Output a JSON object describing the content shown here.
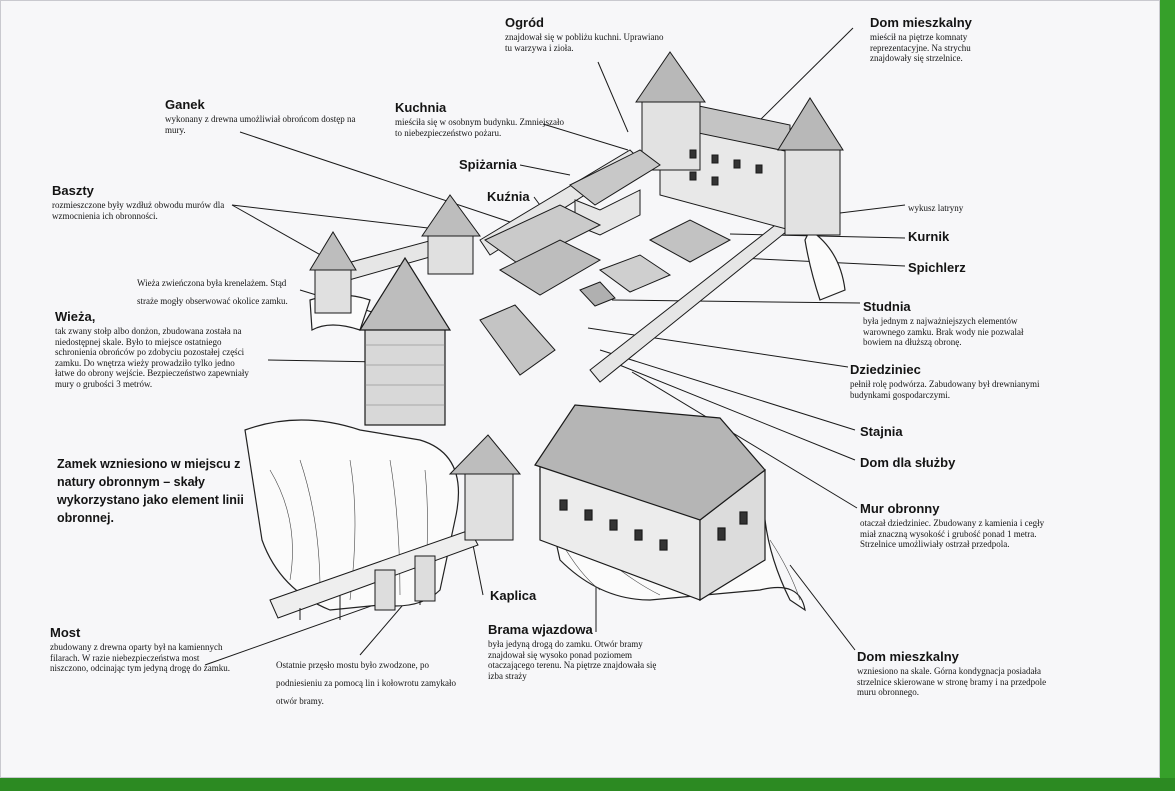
{
  "labels": {
    "ogrod": {
      "title": "Ogród",
      "desc": "znajdował się w pobliżu kuchni. Uprawiano tu warzywa i zioła."
    },
    "dom_top": {
      "title": "Dom mieszkalny",
      "desc": "mieścił na piętrze komnaty reprezentacyjne. Na strychu znajdowały się strzelnice."
    },
    "ganek": {
      "title": "Ganek",
      "desc": "wykonany z drewna umożliwiał obrońcom dostęp na mury."
    },
    "kuchnia": {
      "title": "Kuchnia",
      "desc": "mieściła się w osobnym budynku. Zmniejszało to niebezpieczeństwo pożaru."
    },
    "spizarnia": {
      "title": "Spiżarnia"
    },
    "kuznia": {
      "title": "Kuźnia"
    },
    "baszty": {
      "title": "Baszty",
      "desc": "rozmieszczone były wzdłuż obwodu murów dla wzmocnienia ich obronności."
    },
    "wykusz": {
      "title": "wykusz latryny"
    },
    "kurnik": {
      "title": "Kurnik"
    },
    "spichlerz": {
      "title": "Spichlerz"
    },
    "wieza_note": {
      "text": "Wieża zwieńczona była krenelażem. Stąd straże mogły obserwować okolice zamku."
    },
    "wieza": {
      "title": "Wieża,",
      "desc": "tak zwany stołp albo donżon, zbudowana została na niedostępnej skale. Było to miejsce ostatniego schronienia obrońców po zdobyciu pozostałej części zamku. Do wnętrza wieży prowadziło tylko jedno łatwe do obrony wejście. Bezpieczeństwo zapewniały mury o grubości 3 metrów."
    },
    "studnia": {
      "title": "Studnia",
      "desc": "była jednym z najważniejszych elementów warownego zamku. Brak wody nie pozwalał bowiem na dłuższą obronę."
    },
    "dziedziniec": {
      "title": "Dziedziniec",
      "desc": "pełnił rolę podwórza. Zabudowany był drewnianymi budynkami gospodarczymi."
    },
    "stajnia": {
      "title": "Stajnia"
    },
    "dom_sluzby": {
      "title": "Dom dla służby"
    },
    "zamek": {
      "text": "Zamek wzniesiono w miejscu z natury obronnym – skały wykorzystano jako element linii obronnej."
    },
    "mur": {
      "title": "Mur obronny",
      "desc": "otaczał dziedziniec. Zbudowany z kamienia i cegły miał znaczną wysokość i grubość ponad 1 metra. Strzelnice umożliwiały ostrzał przedpola."
    },
    "kaplica": {
      "title": "Kaplica"
    },
    "most": {
      "title": "Most",
      "desc": "zbudowany z drewna oparty był na kamiennych filarach. W razie niebezpieczeństwa most niszczono, odcinając tym jedyną drogę do zamku."
    },
    "przeslo": {
      "text": "Ostatnie przęsło mostu było zwodzone, po podniesieniu za pomocą lin i kołowrotu zamykało otwór bramy."
    },
    "brama": {
      "title": "Brama wjazdowa",
      "desc": "była jedyną drogą do zamku. Otwór bramy znajdował się wysoko ponad poziomem otaczającego terenu. Na piętrze znajdowała się izba straży"
    },
    "dom_bottom": {
      "title": "Dom mieszkalny",
      "desc": "wzniesiono na skale. Górna kondygnacja posiadała strzelnice skierowane w stronę bramy i na przedpole muru obronnego."
    }
  },
  "colors": {
    "paper": "#f7f7f9",
    "ink": "#141414",
    "border": "#2e8a24"
  }
}
